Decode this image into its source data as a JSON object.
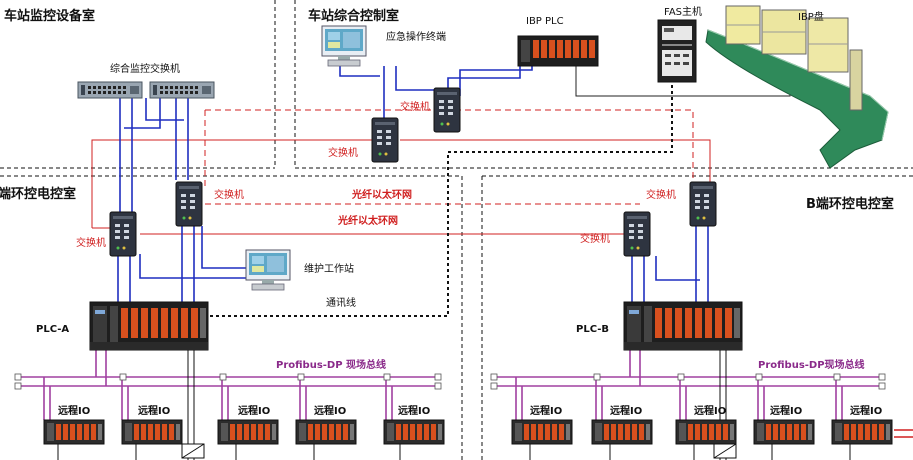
{
  "rooms": {
    "station_monitor_equipment": "车站监控设备室",
    "station_control": "车站综合控制室",
    "end_a": "A端环控电控室",
    "end_b": "B端环控电控室"
  },
  "devices": {
    "monitor_switch": "综合监控交换机",
    "emergency_terminal": "应急操作终端",
    "ibp_plc": "IBP PLC",
    "fas_host": "FAS主机",
    "ibp_panel": "IBP盘",
    "switch": "交换机",
    "maintenance_station": "维护工作站",
    "comm_line": "通讯线",
    "plc_a": "PLC-A",
    "plc_b": "PLC-B",
    "remote_io": "远程IO"
  },
  "networks": {
    "fiber_ring": "光纤以太环网",
    "profibus": "Profibus-DP 现场总线",
    "profibus_b": "Profibus-DP现场总线"
  },
  "colors": {
    "ethernet_blue": "#1f2fc0",
    "ring_red": "#d02020",
    "bus_purple": "#a040a0",
    "comm_black": "#111111"
  }
}
